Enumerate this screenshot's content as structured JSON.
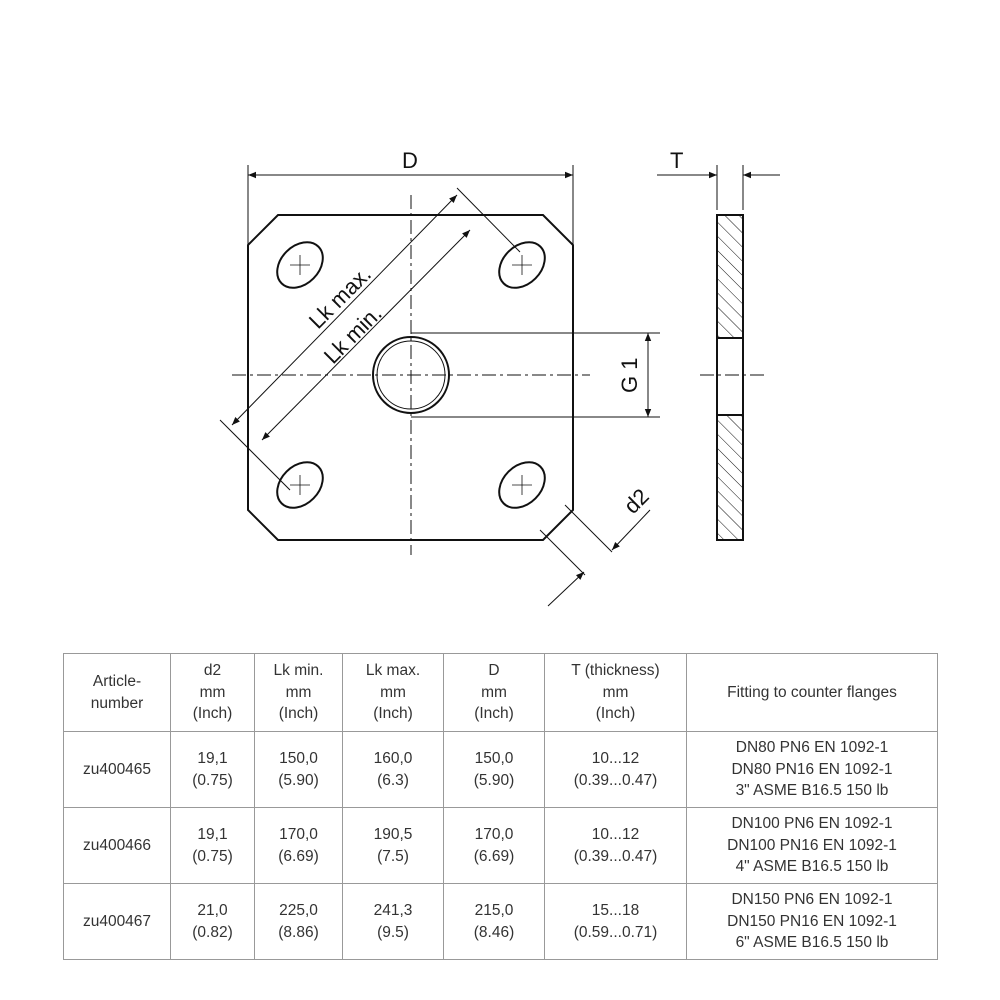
{
  "drawing": {
    "dim_D": "D",
    "dim_T": "T",
    "dim_lkmax": "Lk max.",
    "dim_lkmin": "Lk min.",
    "dim_G": "G 1",
    "dim_d2": "d2"
  },
  "table": {
    "headers": [
      [
        "Article-",
        "number"
      ],
      [
        "d2",
        "mm",
        "(Inch)"
      ],
      [
        "Lk min.",
        "mm",
        "(Inch)"
      ],
      [
        "Lk max.",
        "mm",
        "(Inch)"
      ],
      [
        "D",
        "mm",
        "(Inch)"
      ],
      [
        "T (thickness)",
        "mm",
        "(Inch)"
      ],
      [
        "Fitting to counter flanges"
      ]
    ],
    "rows": [
      {
        "article": "zu400465",
        "d2": [
          "19,1",
          "(0.75)"
        ],
        "lkmin": [
          "150,0",
          "(5.90)"
        ],
        "lkmax": [
          "160,0",
          "(6.3)"
        ],
        "D": [
          "150,0",
          "(5.90)"
        ],
        "T": [
          "10...12",
          "(0.39...0.47)"
        ],
        "fit": [
          "DN80 PN6 EN 1092-1",
          "DN80 PN16 EN 1092-1",
          "3\" ASME B16.5 150 lb"
        ]
      },
      {
        "article": "zu400466",
        "d2": [
          "19,1",
          "(0.75)"
        ],
        "lkmin": [
          "170,0",
          "(6.69)"
        ],
        "lkmax": [
          "190,5",
          "(7.5)"
        ],
        "D": [
          "170,0",
          "(6.69)"
        ],
        "T": [
          "10...12",
          "(0.39...0.47)"
        ],
        "fit": [
          "DN100 PN6 EN 1092-1",
          "DN100 PN16 EN 1092-1",
          "4\" ASME B16.5 150 lb"
        ]
      },
      {
        "article": "zu400467",
        "d2": [
          "21,0",
          "(0.82)"
        ],
        "lkmin": [
          "225,0",
          "(8.86)"
        ],
        "lkmax": [
          "241,3",
          "(9.5)"
        ],
        "D": [
          "215,0",
          "(8.46)"
        ],
        "T": [
          "15...18",
          "(0.59...0.71)"
        ],
        "fit": [
          "DN150 PN6 EN 1092-1",
          "DN150 PN16 EN 1092-1",
          "6\" ASME B16.5 150 lb"
        ]
      }
    ]
  }
}
